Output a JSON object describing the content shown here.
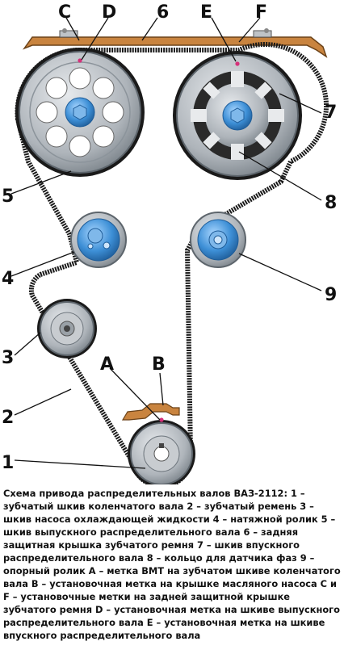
{
  "diagram": {
    "labels": {
      "c": "C",
      "d": "D",
      "six": "6",
      "e": "E",
      "f": "F",
      "seven": "7",
      "five": "5",
      "eight": "8",
      "four": "4",
      "nine": "9",
      "three": "3",
      "a": "A",
      "b": "B",
      "two": "2",
      "one": "1"
    },
    "colors": {
      "belt": "#1a1a1a",
      "metal": "#b9bec3",
      "metal_dark": "#6f777e",
      "hub": "#3d8fd6",
      "cover": "#c9843f",
      "mark": "#d6317a"
    }
  },
  "caption": "Схема привода распределительных валов ВАЗ-2112: 1 – зубчатый шкив коленчатого вала 2 – зубчатый ремень 3 – шкив насоса охлаждающей жидкости 4 – натяжной ролик 5 – шкив выпускного распределительного вала 6 – задняя защитная крышка зубчатого ремня 7 – шкив впускного распределительного вала 8 – кольцо для датчика фаз 9 – опорный ролик A – метка ВМТ на зубчатом шкиве коленчатого вала B – установочная метка на крышке масляного насоса C и F – установочные метки на задней защитной крышке зубчатого ремня D – установочная метка на шкиве выпускного распределительного вала E – установочная метка на шкиве впускного распределительного вала"
}
